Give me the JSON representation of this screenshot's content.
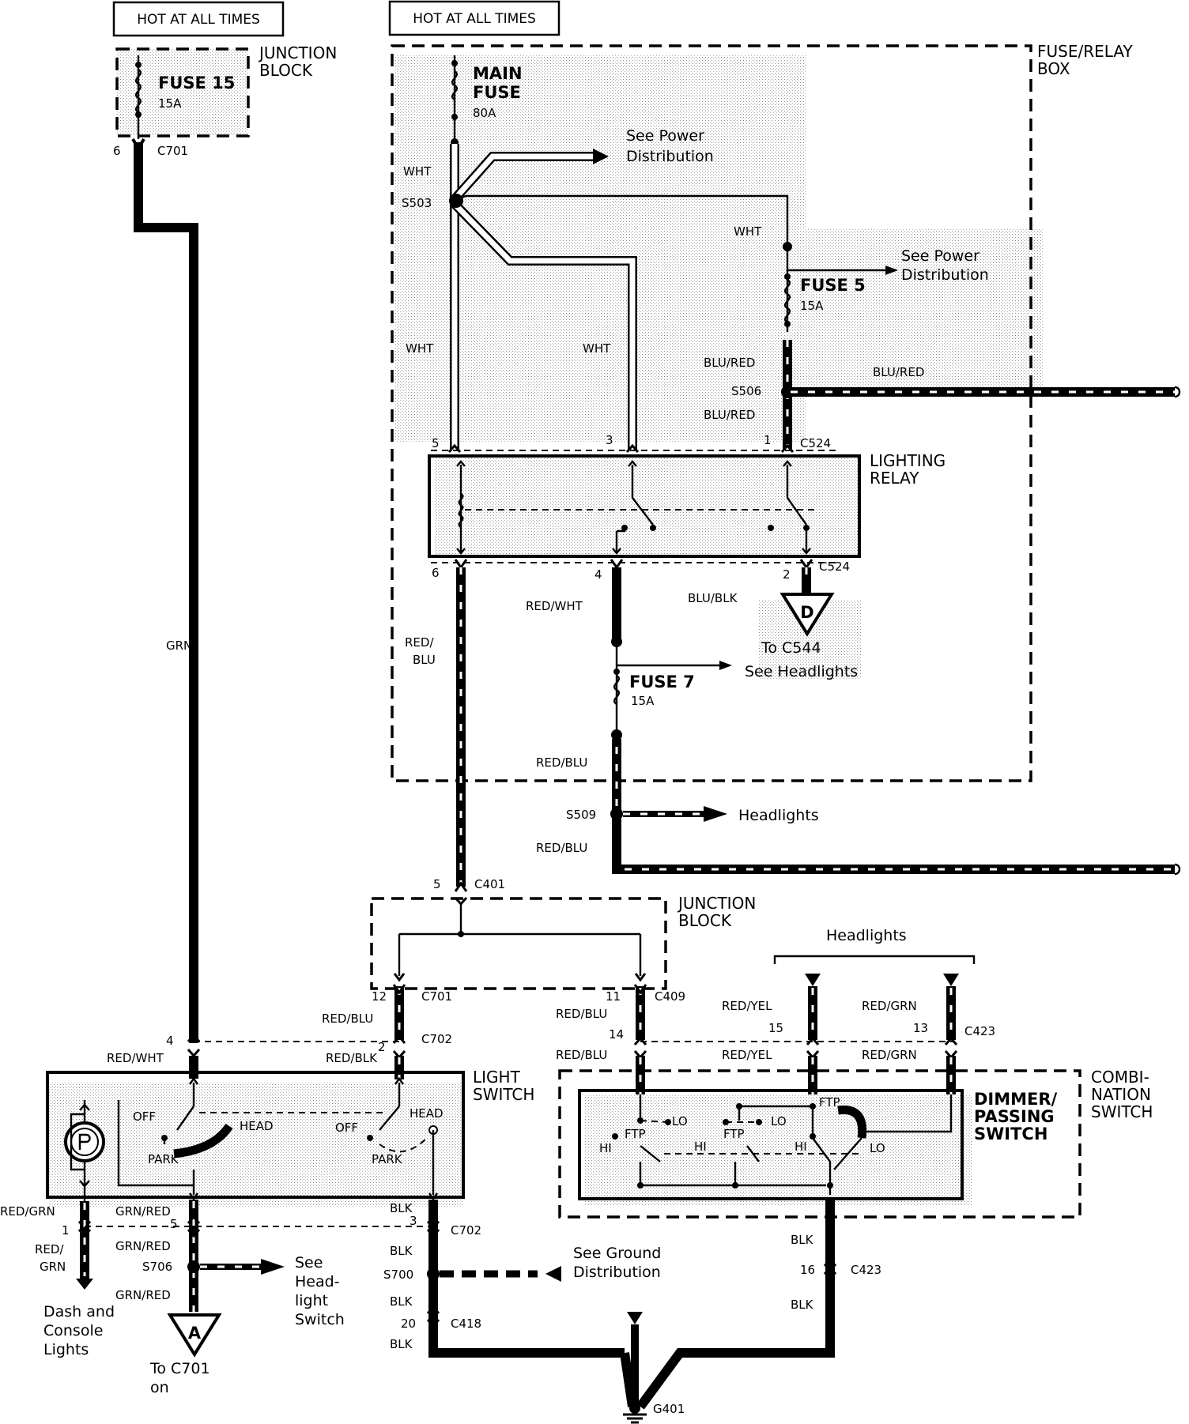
{
  "labels": {
    "hot_left": "HOT AT ALL TIMES",
    "hot_right": "HOT AT ALL TIMES",
    "jb_top": [
      "JUNCTION",
      "BLOCK"
    ],
    "fuse15": "FUSE 15",
    "fuse15_amp": "15A",
    "c701_top_pin": "6",
    "c701_top": "C701",
    "frbox": [
      "FUSE/RELAY",
      "BOX"
    ],
    "main_fuse": [
      "MAIN",
      "FUSE"
    ],
    "main_fuse_amp": "80A",
    "see_power_1": [
      "See Power",
      "Distribution"
    ],
    "see_power_2": [
      "See Power",
      "Distribution"
    ],
    "s503": "S503",
    "wht_1": "WHT",
    "wht_2": "WHT",
    "wht_3": "WHT",
    "wht_4": "WHT",
    "fuse5": "FUSE 5",
    "fuse5_amp": "15A",
    "blu_red_1": "BLU/RED",
    "blu_red_2": "BLU/RED",
    "blu_red_3": "BLU/RED",
    "s506": "S506",
    "c524_top": "C524",
    "pin5": "5",
    "pin3": "3",
    "pin1": "1",
    "lighting_relay": [
      "LIGHTING",
      "RELAY"
    ],
    "pin6": "6",
    "pin4": "4",
    "pin2": "2",
    "c524_bot": "C524",
    "red_wht_relay": "RED/WHT",
    "blu_blk": "BLU/BLK",
    "d_letter": "D",
    "to_c544": "To C544",
    "see_headlights": "See Headlights",
    "fuse7": "FUSE 7",
    "fuse7_amp": "15A",
    "red_blu_relay": [
      "RED/",
      "BLU"
    ],
    "red_blu_f7": "RED/BLU",
    "s509": "S509",
    "headlights_arrow": "Headlights",
    "red_blu_s509": "RED/BLU",
    "grn": "GRN",
    "c401_pin": "5",
    "c401": "C401",
    "jb_mid": [
      "JUNCTION",
      "BLOCK"
    ],
    "pin12": "12",
    "c701_mid": "C701",
    "pin11": "11",
    "c409": "C409",
    "red_blu_c701": "RED/BLU",
    "red_blu_c409": "RED/BLU",
    "headlights_top": "Headlights",
    "red_yel_1": "RED/YEL",
    "red_grn_1": "RED/GRN",
    "pin15": "15",
    "pin13": "13",
    "c423_top": "C423",
    "pin4b": "4",
    "pin2b": "2",
    "c702_top": "C702",
    "pin14": "14",
    "red_wht_ls": "RED/WHT",
    "red_blk_ls": "RED/BLK",
    "red_blu_c14": "RED/BLU",
    "red_yel_2": "RED/YEL",
    "red_grn_2": "RED/GRN",
    "light_switch": [
      "LIGHT",
      "SWITCH"
    ],
    "combination_switch": [
      "COMBI-",
      "NATION",
      "SWITCH"
    ],
    "dimmer_switch": [
      "DIMMER/",
      "PASSING",
      "SWITCH"
    ],
    "off_1": "OFF",
    "head_1": "HEAD",
    "park_1": "PARK",
    "off_2": "OFF",
    "head_2": "HEAD",
    "park_2": "PARK",
    "ftp_1": "FTP",
    "lo_1": "LO",
    "hi_1": "HI",
    "ftp_2": "FTP",
    "lo_2": "LO",
    "hi_2": "HI",
    "ftp_3": "FTP",
    "lo_3": "LO",
    "hi_3": "HI",
    "red_grn_dash": "RED/GRN",
    "grn_red_1": "GRN/RED",
    "blk_1": "BLK",
    "pin1b": "1",
    "pin5b": "5",
    "pin3b": "3",
    "c702_bot": "C702",
    "red_grn_dash2": [
      "RED/",
      "GRN"
    ],
    "grn_red_2": "GRN/RED",
    "blk_2": "BLK",
    "s706": "S706",
    "see_headlight_switch": [
      "See",
      "Head-",
      "light",
      "Switch"
    ],
    "s700": "S700",
    "see_ground": [
      "See Ground",
      "Distribution"
    ],
    "blk_c423": "BLK",
    "pin16": "16",
    "c423_bot": "C423",
    "grn_red_3": "GRN/RED",
    "blk_3": "BLK",
    "blk_c423b": "BLK",
    "a_letter": "A",
    "dash_console": [
      "Dash and",
      "Console",
      "Lights"
    ],
    "pin20": "20",
    "c418": "C418",
    "blk_4": "BLK",
    "to_c701": [
      "To C701",
      "on"
    ],
    "g401": "G401"
  }
}
